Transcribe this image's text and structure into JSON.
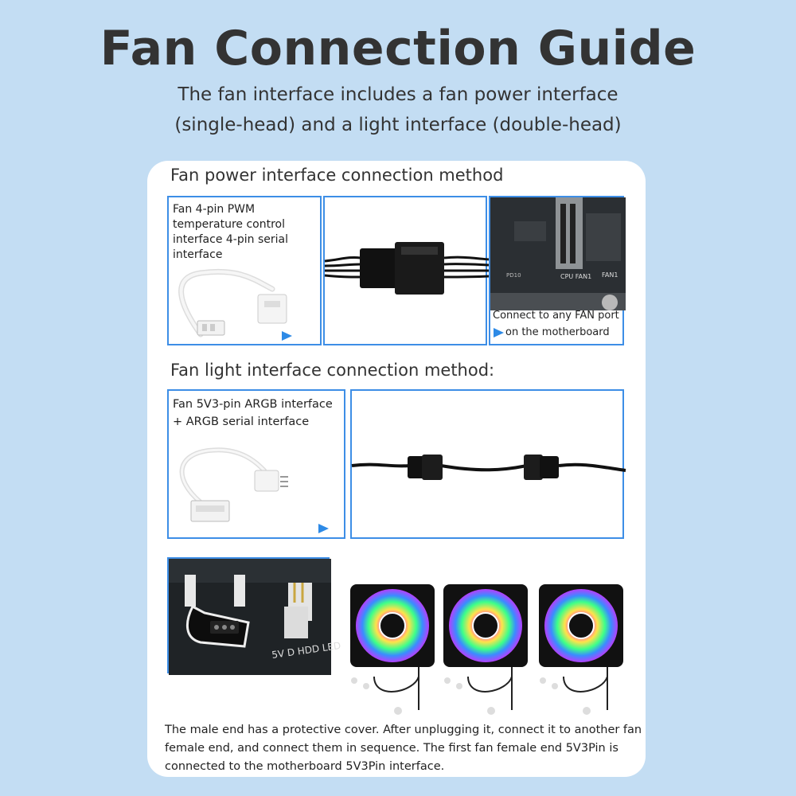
{
  "title": "Fan Connection Guide",
  "subtitle": {
    "line1": "The fan interface includes a fan power interface",
    "line2": "(single-head) and a light interface (double-head)"
  },
  "power_section": {
    "heading": "Fan power interface connection method",
    "cable_panel_text": "Fan 4-pin PWM temperature control interface 4-pin serial interface",
    "motherboard_caption_line1": "Connect to any FAN port",
    "motherboard_caption_line2": "on the motherboard",
    "board_labels": [
      "CPU FAN1",
      "FAN1",
      "PD10"
    ]
  },
  "light_section": {
    "heading": "Fan light interface connection method:",
    "cable_panel_text_line1": "Fan 5V3-pin ARGB interface",
    "cable_panel_text_line2": "+ ARGB serial interface",
    "board_label": "5V D HDD LED"
  },
  "caption": "The male end has a protective cover. After unplugging it, connect it to another fan female end, and connect them in sequence. The first fan female end 5V3Pin is connected to the motherboard 5V3Pin interface.",
  "colors": {
    "background": "#c3ddf3",
    "panel_border": "#3d8ee6",
    "arrow": "#2d8ae6"
  }
}
